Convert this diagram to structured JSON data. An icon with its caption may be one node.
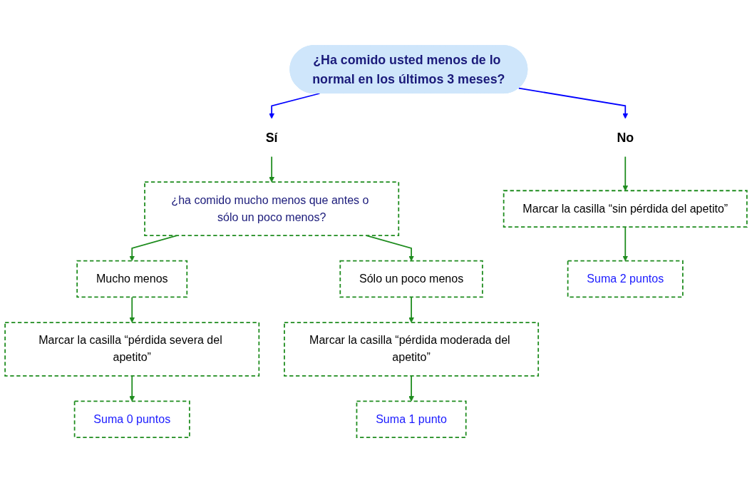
{
  "diagram": {
    "nodes": [
      {
        "text": [
          "¿Ha comido usted menos de lo normal en los últimos 3 meses?"
        ]
      },
      {
        "text": [
          "Sí"
        ]
      },
      {
        "text": [
          "No"
        ]
      },
      {
        "text": [
          "¿ha comido mucho menos que antes o sólo un poco menos?"
        ]
      },
      {
        "text": [
          "Marcar la casilla “sin pérdida del apetito”"
        ]
      },
      {
        "text": [
          "Mucho menos"
        ]
      },
      {
        "text": [
          "Sólo un poco menos"
        ]
      },
      {
        "text": [
          "Suma 2 puntos"
        ]
      },
      {
        "text": [
          "Marcar la casilla “pérdida severa del apetito”"
        ]
      },
      {
        "text": [
          "Marcar la casilla “pérdida moderada del apetito”"
        ]
      },
      {
        "text": [
          "Suma 0 puntos"
        ]
      },
      {
        "text": [
          "Suma 1 punto"
        ]
      }
    ],
    "edges": [
      {
        "from": 0,
        "to": 1,
        "arrow": "to",
        "color": "#0000ff"
      },
      {
        "from": 0,
        "to": 2,
        "arrow": "to",
        "color": "#0000ff"
      },
      {
        "from": 1,
        "to": 3,
        "arrow": "to"
      },
      {
        "from": 2,
        "to": 4,
        "arrow": "to"
      },
      {
        "from": 3,
        "to": 5,
        "arrow": "to"
      },
      {
        "from": 3,
        "to": 6,
        "arrow": "to"
      },
      {
        "from": 4,
        "to": 7,
        "arrow": "to"
      },
      {
        "from": 5,
        "to": 8,
        "arrow": "to"
      },
      {
        "from": 6,
        "to": 9,
        "arrow": "to"
      },
      {
        "from": 8,
        "to": 10,
        "arrow": "to"
      },
      {
        "from": 9,
        "to": 11,
        "arrow": "to"
      }
    ]
  }
}
